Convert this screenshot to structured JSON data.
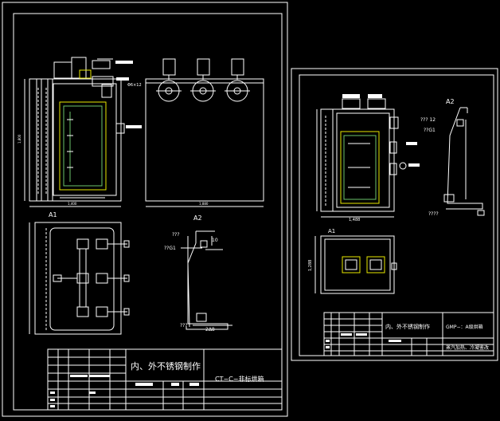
{
  "sheet1": {
    "title_main": "内、外不锈钢制作",
    "title_name": "CT−C−非标烘箱",
    "view_label_a1": "A1",
    "view_label_a2": "A2",
    "dim_bottom": "2Δ8",
    "dim_top": "10",
    "note_q1": "???",
    "note_q2": "??G1",
    "note_q3": "???"
  },
  "sheet2": {
    "title_main": "内、外不锈钢制作",
    "title_code": "GMP−：A级烘箱",
    "title_name": "蒸汽加热、冷凝鉴改",
    "view_label_a1": "A1",
    "view_label_a2": "A2",
    "dim_width": "1,488",
    "dim_height": "1,288",
    "note_a": "??? 12",
    "note_b": "??G1",
    "note_c": "???? "
  },
  "colors": {
    "background": "#000000",
    "line": "#ffffff",
    "accent_yellow": "#e8e800",
    "accent_green": "#6cc46c",
    "accent_red": "#ff4040"
  }
}
